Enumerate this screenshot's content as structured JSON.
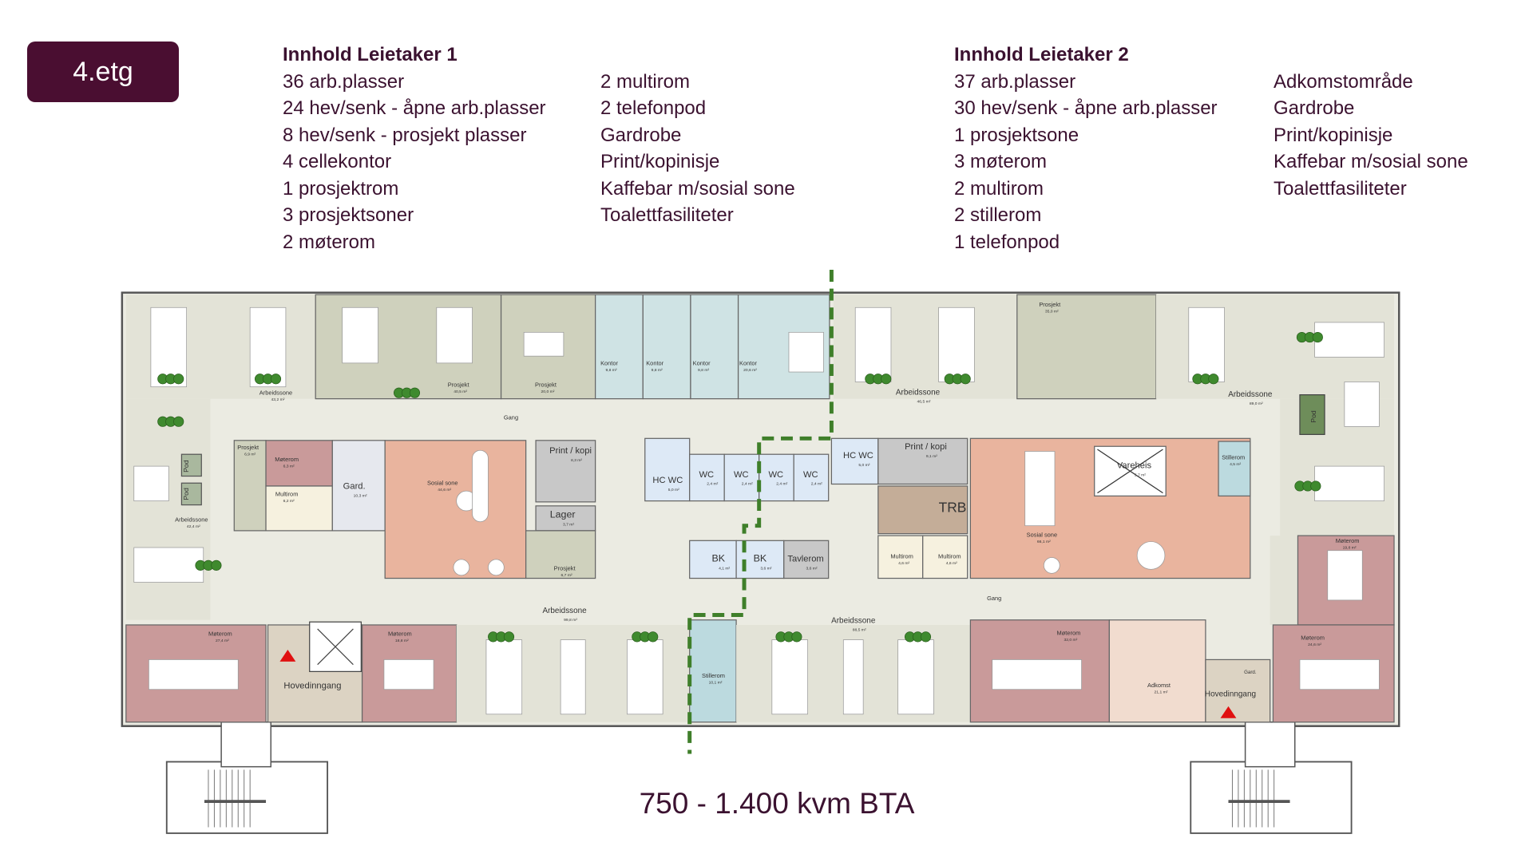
{
  "floor_label": "4.etg",
  "tenant1": {
    "title": "Innhold Leietaker 1",
    "col1": [
      "36 arb.plasser",
      "24 hev/senk - åpne arb.plasser",
      "8 hev/senk - prosjekt plasser",
      "4 cellekontor",
      "1 prosjektrom",
      "3 prosjektsoner",
      "2 møterom"
    ],
    "col2": [
      "2 multirom",
      "2 telefonpod",
      "Gardrobe",
      "Print/kopinisje",
      "Kaffebar m/sosial sone",
      "Toalettfasiliteter"
    ]
  },
  "tenant2": {
    "title": "Innhold Leietaker 2",
    "col1": [
      "37 arb.plasser",
      "30 hev/senk - åpne arb.plasser",
      "1 prosjektsone",
      "3 møterom",
      "2 multirom",
      "2 stillerom",
      "1 telefonpod"
    ],
    "col2": [
      "Adkomstområde",
      "Gardrobe",
      "Print/kopinisje",
      "Kaffebar m/sosial sone",
      "Toalettfasiliteter"
    ]
  },
  "area_summary": "750 - 1.400 kvm BTA",
  "colors": {
    "brand": "#4a0e31",
    "work": "#e3e3d7",
    "corridor": "#ebebe2",
    "project": "#cfd1bd",
    "office": "#cfe3e4",
    "meeting": "#c99a9a",
    "social": "#e9b49e",
    "wc": "#dde9f6",
    "service": "#c8c8c8",
    "multi": "#f6f1df",
    "entrance": "#dcd3c3",
    "quiet": "#bcdadf",
    "stair": "#c4ad98",
    "divider": "#3f7f2a",
    "entrance_marker": "#e01010"
  },
  "rooms": [
    {
      "name": "Arbeidssone",
      "area": "43,2 m²",
      "type": "work"
    },
    {
      "name": "Prosjekt",
      "area": "40,5 m²",
      "type": "project"
    },
    {
      "name": "Prosjekt",
      "area": "20,0 m²",
      "type": "project"
    },
    {
      "name": "Kontor",
      "area": "9,8 m²",
      "type": "office"
    },
    {
      "name": "Kontor",
      "area": "9,8 m²",
      "type": "office"
    },
    {
      "name": "Kontor",
      "area": "9,8 m²",
      "type": "office"
    },
    {
      "name": "Kontor",
      "area": "20,6 m²",
      "type": "office"
    },
    {
      "name": "Arbeidssone",
      "area": "46,5 m²",
      "type": "work"
    },
    {
      "name": "Prosjekt",
      "area": "35,0 m²",
      "type": "project"
    },
    {
      "name": "Arbeidssone",
      "area": "89,0 m²",
      "type": "work"
    },
    {
      "name": "Arbeidssone",
      "area": "42,4 m²",
      "type": "work"
    },
    {
      "name": "Prosjekt",
      "area": "6,9 m²",
      "type": "project"
    },
    {
      "name": "Møterom",
      "area": "6,3 m²",
      "type": "meeting"
    },
    {
      "name": "Multirom",
      "area": "6,2 m²",
      "type": "multi"
    },
    {
      "name": "Gard.",
      "area": "10,3 m²",
      "type": "wardrobe"
    },
    {
      "name": "Sosial sone",
      "area": "44,6 m²",
      "type": "social"
    },
    {
      "name": "Print / kopi",
      "area": "8,3 m²",
      "type": "service"
    },
    {
      "name": "Lager",
      "area": "3,7 m²",
      "type": "service"
    },
    {
      "name": "Prosjekt",
      "area": "6,7 m²",
      "type": "project"
    },
    {
      "name": "HC WC",
      "area": "5,0 m²",
      "type": "wc"
    },
    {
      "name": "WC",
      "area": "2,4 m²",
      "type": "wc"
    },
    {
      "name": "WC",
      "area": "2,4 m²",
      "type": "wc"
    },
    {
      "name": "WC",
      "area": "2,4 m²",
      "type": "wc"
    },
    {
      "name": "WC",
      "area": "2,4 m²",
      "type": "wc"
    },
    {
      "name": "BK",
      "area": "4,1 m²",
      "type": "wc"
    },
    {
      "name": "BK",
      "area": "3,6 m²",
      "type": "wc"
    },
    {
      "name": "Tavlerom",
      "area": "3,6 m²",
      "type": "service"
    },
    {
      "name": "HC WC",
      "area": "5,0 m²",
      "type": "wc"
    },
    {
      "name": "Print / kopi",
      "area": "9,1 m²",
      "type": "service"
    },
    {
      "name": "TRB",
      "area": "",
      "type": "stair"
    },
    {
      "name": "Multirom",
      "area": "4,6 m²",
      "type": "multi"
    },
    {
      "name": "Multirom",
      "area": "4,6 m²",
      "type": "multi"
    },
    {
      "name": "Sosial sone",
      "area": "66,1 m²",
      "type": "social"
    },
    {
      "name": "Vareheis",
      "area": "5,7 m²",
      "type": "lift"
    },
    {
      "name": "Stillerom",
      "area": "4,5 m²",
      "type": "quiet"
    },
    {
      "name": "Møterom",
      "area": "19,8 m²",
      "type": "meeting"
    },
    {
      "name": "Møterom",
      "area": "27,4 m²",
      "type": "meeting"
    },
    {
      "name": "Hovedinngang",
      "area": "",
      "type": "entrance"
    },
    {
      "name": "Møterom",
      "area": "18,8 m²",
      "type": "meeting"
    },
    {
      "name": "Arbeidssone",
      "area": "99,8 m²",
      "type": "work"
    },
    {
      "name": "Stillerom",
      "area": "10,1 m²",
      "type": "quiet"
    },
    {
      "name": "Arbeidssone",
      "area": "88,5 m²",
      "type": "work"
    },
    {
      "name": "Møterom",
      "area": "32,0 m²",
      "type": "meeting"
    },
    {
      "name": "Adkomst",
      "area": "21,1 m²",
      "type": "adkomst"
    },
    {
      "name": "Hovedinngang",
      "area": "",
      "type": "entrance"
    },
    {
      "name": "Møterom",
      "area": "24,6 m²",
      "type": "meeting"
    }
  ],
  "extra_labels": [
    "Gang",
    "Gang",
    "Gard.",
    "Pod",
    "Pod",
    "Pod"
  ]
}
